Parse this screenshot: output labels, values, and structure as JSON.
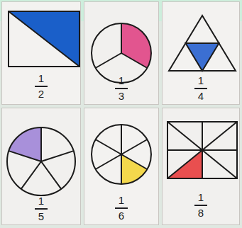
{
  "diagram": {
    "nodes": [
      {
        "text": [
          "1",
          "2"
        ]
      },
      {
        "text": [
          "1",
          "3"
        ]
      },
      {
        "text": [
          "1",
          "4"
        ]
      },
      {
        "text": [
          "1",
          "5"
        ]
      },
      {
        "text": [
          "1",
          "6"
        ]
      },
      {
        "text": [
          "1",
          "8"
        ]
      }
    ]
  }
}
